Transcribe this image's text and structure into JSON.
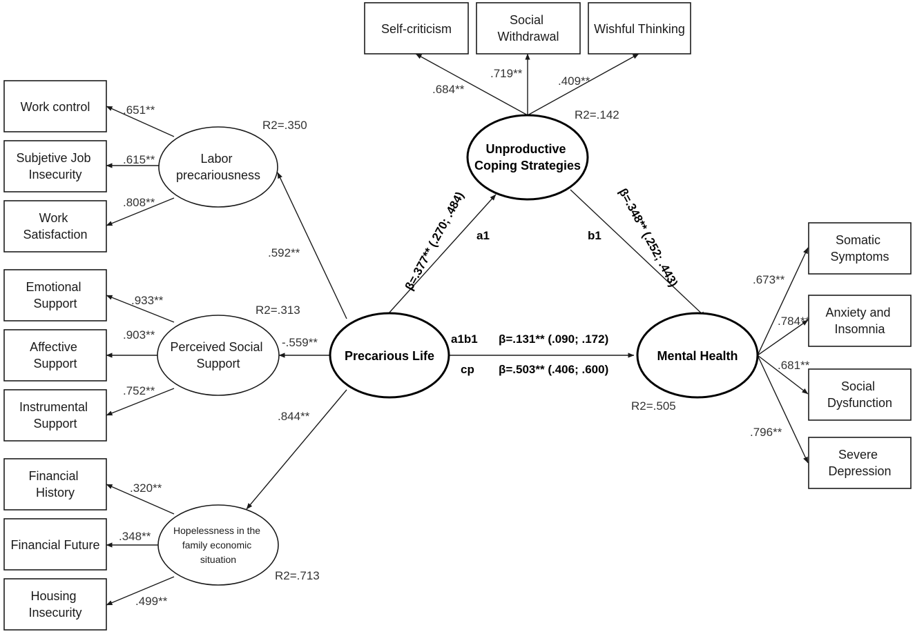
{
  "nodes": {
    "precarious_life": "Precarious Life",
    "coping": [
      "Unproductive",
      "Coping Strategies"
    ],
    "mental_health": "Mental Health",
    "labor": [
      "Labor",
      "precariousness"
    ],
    "social_support": [
      "Perceived Social",
      "Support"
    ],
    "hopelessness": [
      "Hopelessness in the",
      "family economic",
      "situation"
    ]
  },
  "indicators": {
    "work_control": [
      "Work control"
    ],
    "job_insecurity": [
      "Subjetive Job",
      "Insecurity"
    ],
    "work_satisfaction": [
      "Work",
      "Satisfaction"
    ],
    "emotional_support": [
      "Emotional",
      "Support"
    ],
    "affective_support": [
      "Affective",
      "Support"
    ],
    "instrumental_support": [
      "Instrumental",
      "Support"
    ],
    "financial_history": [
      "Financial",
      "History"
    ],
    "financial_future": [
      "Financial Future"
    ],
    "housing_insecurity": [
      "Housing",
      "Insecurity"
    ],
    "self_criticism": [
      "Self-criticism"
    ],
    "social_withdrawal": [
      "Social",
      "Withdrawal"
    ],
    "wishful_thinking": [
      "Wishful Thinking"
    ],
    "somatic": [
      "Somatic",
      "Symptoms"
    ],
    "anxiety": [
      "Anxiety and",
      "Insomnia"
    ],
    "social_dysfunction": [
      "Social",
      "Dysfunction"
    ],
    "depression": [
      "Severe",
      "Depression"
    ]
  },
  "loadings": {
    "work_control": ".651**",
    "job_insecurity": ".615**",
    "work_satisfaction": ".808**",
    "emotional_support": ".933**",
    "affective_support": ".903**",
    "instrumental_support": ".752**",
    "financial_history": ".320**",
    "financial_future": ".348**",
    "housing_insecurity": ".499**",
    "self_criticism": ".684**",
    "social_withdrawal": ".719**",
    "wishful_thinking": ".409**",
    "somatic": ".673**",
    "anxiety": ".784**",
    "social_dysfunction": ".681**",
    "depression": ".796**"
  },
  "structural": {
    "labor": ".592**",
    "social_support": "-.559**",
    "hopelessness": ".844**"
  },
  "r2": {
    "labor": "R2=.350",
    "social_support": "R2=.313",
    "hopelessness": "R2=.713",
    "coping": "R2=.142",
    "mental_health": "R2=.505"
  },
  "paths": {
    "a1_label": "a1",
    "b1_label": "b1",
    "a1b1_label": "a1b1",
    "cp_label": "cp",
    "a1_value": "β=.377** (.270; .484)",
    "b1_value": "β=.348** (.252; .443)",
    "a1b1_value": "β=.131** (.090; .172)",
    "cp_value": "β=.503** (.406; .600)"
  }
}
